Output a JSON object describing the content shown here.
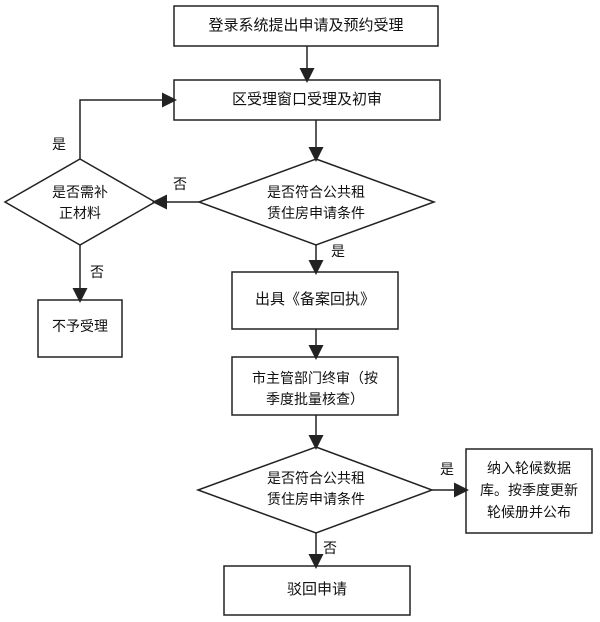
{
  "nodes": {
    "submit": {
      "text": "登录系统提出申请及预约受理"
    },
    "initial_review": {
      "text": "区受理窗口受理及初审"
    },
    "decision_1": {
      "line1": "是否符合公共租",
      "line2": "赁住房申请条件"
    },
    "supplement": {
      "line1": "是否需补",
      "line2": "正材料"
    },
    "reject": {
      "text": "不予受理"
    },
    "receipt": {
      "text": "出具《备案回执》"
    },
    "final_review": {
      "line1": "市主管部门终审（按",
      "line2": "季度批量核查）"
    },
    "decision_2": {
      "line1": "是否符合公共租",
      "line2": "赁住房申请条件"
    },
    "waitlist": {
      "line1": "纳入轮候数据",
      "line2": "库。按季度更新",
      "line3": "轮候册并公布"
    },
    "return": {
      "text": "驳回申请"
    }
  },
  "edge_labels": {
    "supplement_yes": "是",
    "decision_1_no": "否",
    "supplement_no": "否",
    "decision_1_yes": "是",
    "decision_2_yes": "是",
    "decision_2_no": "否"
  },
  "colors": {
    "line": "#222222",
    "text": "#111111",
    "background": "#ffffff"
  }
}
